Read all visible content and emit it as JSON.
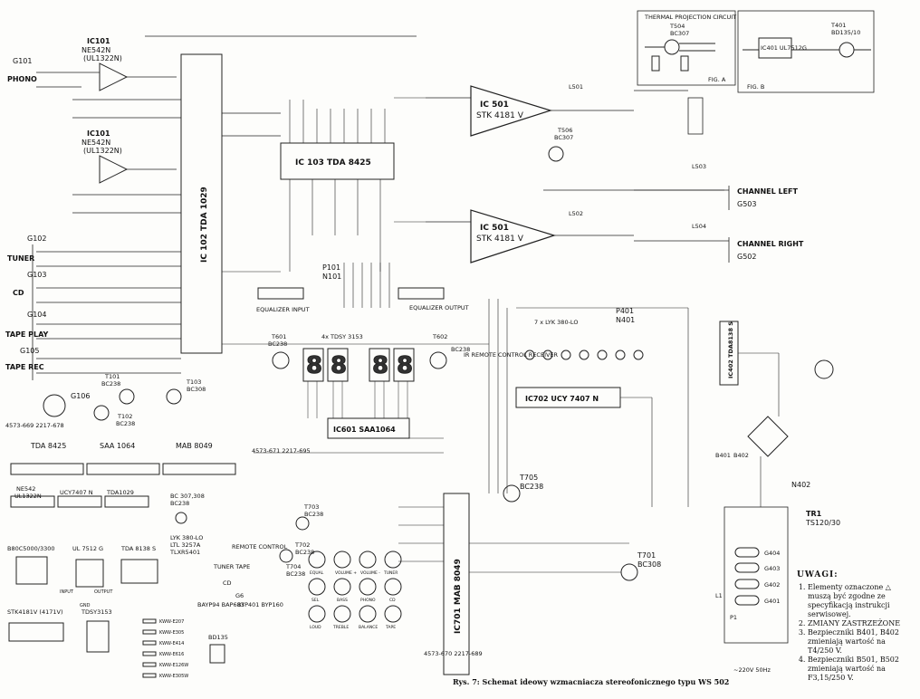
{
  "caption": "Rys. 7: Schemat ideowy wzmacniacza stereofonicznego typu WS 502",
  "notes": {
    "title": "UWAGI:",
    "items": [
      "Elementy oznaczone △ muszą być zgodne ze specyfikacją instrukcji serwisowej.",
      "ZMIANY ZASTRZEŻONE",
      "Bezpieczniki B401, B402 zmieniają wartość na T4/250 V.",
      "Bezpieczniki B501, B502 zmieniają wartość na F3,15/250 V."
    ]
  },
  "inputs": {
    "phono": "PHONO",
    "tuner": "TUNER",
    "cd": "CD",
    "tape_play": "TAPE PLAY",
    "tape_rec": "TAPE REC",
    "g101": "G101",
    "g102": "G102",
    "g103": "G103",
    "g104": "G104",
    "g105": "G105",
    "g106": "G106"
  },
  "ics": {
    "ic101a": "IC101",
    "ic101a_type": "NE542N",
    "ic101a_alt": "(UL1322N)",
    "ic101b": "IC101",
    "ic101b_type": "NE542N",
    "ic101b_alt": "(UL1322N)",
    "ic102": "IC 102  TDA 1029",
    "ic103": "IC 103  TDA 8425",
    "ic501a": "IC 501",
    "ic501a_type": "STK 4181 Ⅴ",
    "ic501b": "IC 501",
    "ic501b_type": "STK 4181 Ⅴ",
    "ic601": "IC601  SAA1064",
    "ic701": "IC701  MAB 8049",
    "ic702": "IC702  UCY 7407 N",
    "ic402": "IC402 TDA8138 S",
    "ic401": "IC401 UL7512G"
  },
  "transistors": {
    "t101": "T101",
    "t101_type": "BC238",
    "t102": "T102",
    "t102_type": "BC238",
    "t103": "T103",
    "t103_type": "BC308",
    "t504": "T504",
    "t504_type": "BC307",
    "t506": "T506",
    "t506_type": "BC307",
    "t601": "T601",
    "t601_type": "BC238",
    "t602": "T602",
    "t602_type": "BC238",
    "t701": "T701",
    "t701_type": "BC308",
    "t702": "T702",
    "t702_type": "BC238",
    "t703": "T703",
    "t703_type": "BC238",
    "t704": "T704",
    "t704_type": "BC238",
    "t705": "T705",
    "t705_type": "BC238",
    "t401": "T401",
    "t401_type": "BD135/10"
  },
  "boxes": {
    "thermal": "THERMAL PROJECTION CIRCUIT",
    "fig_a": "FIG. A",
    "fig_b": "FIG. B",
    "equalizer_input": "EQUALIZER INPUT",
    "equalizer_output": "EQUALIZER OUTPUT",
    "remote_control": "REMOTE CONTROL",
    "remote_receiver": "IR REMOTE CONTROL RECEIVER",
    "channel_left": "CHANNEL LEFT",
    "g503": "G503",
    "channel_right": "CHANNEL RIGHT",
    "g502": "G502",
    "tuner_tape": "TUNER TAPE",
    "cd": "CD",
    "g6": "G6",
    "tr1": "TR1",
    "tr1_type": "TS120/30",
    "mains": "~220V 50Hz",
    "display_part": "4x TDSY 3153",
    "led_part": "7 x LYK 380-LO",
    "doc_num_1": "4573-669 2217-678",
    "doc_num_2": "4573-671 2217-695",
    "doc_num_3": "4573-670 2217-689",
    "p101": "P101",
    "n101": "N101",
    "p401": "P401",
    "n401": "N401",
    "n402": "N402",
    "l501": "L501",
    "l502": "L502",
    "l503": "L503",
    "l504": "L504",
    "g401": "G401",
    "g402": "G402",
    "g403": "G403",
    "g404": "G404",
    "l1": "L1",
    "p1": "P1",
    "b401": "B401",
    "b402": "B402"
  },
  "buttons": [
    "VOLUME +",
    "VOLUME -",
    "BASS",
    "TREBLE",
    "BALANCE",
    "EQUAL",
    "LOUD",
    "TUNER",
    "CD",
    "PHONO",
    "TAPE",
    "SEL"
  ],
  "pinouts": {
    "tda8425": "TDA 8425",
    "saa1064": "SAA 1064",
    "mab8049": "MAB 8049",
    "ne542": "NE542",
    "ul1322n": "UL1322N",
    "ucy7407n": "UCY7407 N",
    "tda1029": "TDA1029",
    "bc307": "BC 307,308",
    "bc238": "BC238",
    "lyk380": "LYK 380-LO",
    "ltl": "LTL 3257A",
    "tlxr": "TLXR5401",
    "b80c": "B80C5000/3300",
    "ul7512g": "UL 7512 G",
    "tda8138s": "TDA 8138 S",
    "bayp": "BAYP94 BAP683",
    "byp": "BYP401 BYP160",
    "stk": "STK4181Ⅴ (4171Ⅴ)",
    "tdsy": "TDSY3153",
    "bd135": "BD135",
    "in": "INPUT",
    "gnd": "GND",
    "out": "OUTPUT"
  },
  "wire_legend": [
    "KWW-E207",
    "KWW-E305",
    "KWW-E414",
    "KWW-E616",
    "KWW-E126W",
    "KWW-E305W"
  ]
}
